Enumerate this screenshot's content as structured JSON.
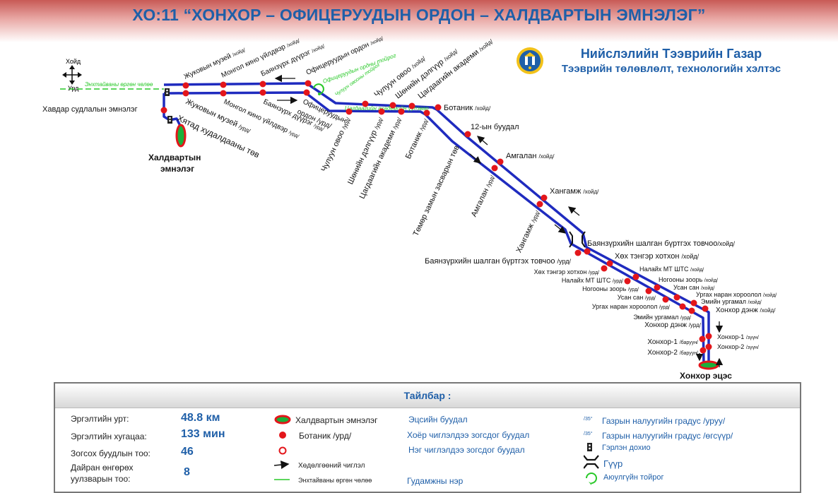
{
  "title": "ХО:11 “ХОНХОР – ОФИЦЕРУУДЫН ОРДОН – ХАЛДВАРТЫН ЭМНЭЛЭГ”",
  "org": {
    "name": "Нийслэлийн Тээврийн Газар",
    "department": "Тээврийн төлөвлөлт, технологийн хэлтэс"
  },
  "compass": {
    "north": "Хойд",
    "south": "Урд"
  },
  "colors": {
    "route": "#1f2bbf",
    "stop": "#e3161b",
    "terminal_fill": "#1bb03a",
    "accent": "#1f5fa8",
    "green_line": "#28c828"
  },
  "map": {
    "terminal_start": {
      "line1": "Халдвартын",
      "line2": "эмнэлэг"
    },
    "terminal_end": "Хонхор эцэс",
    "street_northwest": "Энхтайваны өргөн чөлөө",
    "street_officers": "Офицеруудын ордны тойрог",
    "street_chuluun": "Чулуун овооны тойрог",
    "street_tsagdaa": "Цагдаагийн академийн уулзвар",
    "khavdar": "Хавдар судлалын эмнэлэг",
    "khyatad": "Хятад худалдааны төв",
    "tomor": "Төмөр замын засварын төв",
    "upper_stops": [
      {
        "name": "Жуковын музей",
        "suffix": "/хойд/"
      },
      {
        "name": "Монгол кино үйлдвэр",
        "suffix": "/хойд/"
      },
      {
        "name": "Баянзүрх дүүрэг",
        "suffix": "/хойд/"
      },
      {
        "name": "Офицеруудын ордон",
        "suffix": "/хойд/"
      },
      {
        "name": "Чулуун овоо",
        "suffix": "/хойд/"
      },
      {
        "name": "Шөнийн дэлгүүр",
        "suffix": "/хойд/"
      },
      {
        "name": "Цагдаагийн академи",
        "suffix": "/хойд/"
      }
    ],
    "lower_stops": [
      {
        "name": "Жуковын музей",
        "suffix": "/урд/"
      },
      {
        "name": "Монгол кино үйлдвэр",
        "suffix": "/урд/"
      },
      {
        "name": "Баянзүрх дүүрэг",
        "suffix": "/урд/"
      },
      {
        "name": "Офицеруудын",
        "suffix": "ордон /урд/"
      },
      {
        "name": "Чулуун овоо",
        "suffix": "/урд/"
      },
      {
        "name": "Шөнийн дэлгүүр",
        "suffix": "/урд/"
      },
      {
        "name": "Цагдаагийн академи",
        "suffix": "/урд/"
      },
      {
        "name": "Ботаник",
        "suffix": "/урд/"
      }
    ],
    "north_stops": [
      {
        "name": "Ботаник",
        "suffix": "/хойд/"
      },
      {
        "name": "12-ын буудал",
        "suffix": ""
      },
      {
        "name": "Амгалан",
        "suffix": "/хойд/"
      },
      {
        "name": "Хангамж",
        "suffix": "/хойд/"
      },
      {
        "name": "Баянзүрхийн шалган бүртгэх товчоо",
        "suffix": "/хойд/"
      },
      {
        "name": "Хөх тэнгэр хотхон",
        "suffix": "/хойд/"
      },
      {
        "name": "Налайх МТ ШТС",
        "suffix": "/хойд/"
      },
      {
        "name": "Ногооны зоорь",
        "suffix": "/хойд/"
      },
      {
        "name": "Усан сан",
        "suffix": "/хойд/"
      },
      {
        "name": "Ургах наран хороолол",
        "suffix": "/хойд/"
      },
      {
        "name": "Эмийн ургамал",
        "suffix": "/хойд/"
      },
      {
        "name": "Хонхор дэнж",
        "suffix": "/хойд/"
      },
      {
        "name": "Хонхор-1",
        "suffix": "/зүүн/"
      },
      {
        "name": "Хонхор-2",
        "suffix": "/зүүн/"
      }
    ],
    "south_stops": [
      {
        "name": "Амгалан",
        "suffix": "/урд/"
      },
      {
        "name": "Хангамж",
        "suffix": "/урд/"
      },
      {
        "name": "Баянзүрхийн шалган бүртгэх товчоо",
        "suffix": "/урд/"
      },
      {
        "name": "Хөх тэнгэр хотхон",
        "suffix": "/урд/"
      },
      {
        "name": "Налайх МТ ШТС",
        "suffix": "/урд/"
      },
      {
        "name": "Ногооны зоорь",
        "suffix": "/урд/"
      },
      {
        "name": "Усан сан",
        "suffix": "/урд/"
      },
      {
        "name": "Ургах наран хороолол",
        "suffix": "/урд/"
      },
      {
        "name": "Эмийн ургамал",
        "suffix": "/урд/"
      },
      {
        "name": "Хонхор дэнж",
        "suffix": "/урд/"
      },
      {
        "name": "Хонхор-1",
        "suffix": "/баруун/"
      },
      {
        "name": "Хонхор-2",
        "suffix": "/баруун/"
      }
    ]
  },
  "legend": {
    "title": "Тайлбар :",
    "route_length_label": "Эргэлтийн урт:",
    "route_length_value": "48.8 км",
    "route_time_label": "Эргэлтийн хугацаа:",
    "route_time_value": "133 мин",
    "stops_count_label": "Зогсох буудлын тоо:",
    "stops_count_value": "46",
    "intersections_label_1": "Дайран өнгөрөх",
    "intersections_label_2": "уулзварын тоо:",
    "intersections_value": "8",
    "symbols": {
      "terminal": "Халдвартын эмнэлэг",
      "stop_example": "Ботаник /урд/",
      "direction": "Хөдөлгөөний чиглэл",
      "green_line": "Энхтайваны өргөн чөлөө"
    },
    "types": {
      "end_stop": "Эцсийн буудал",
      "two_way": "Хоёр чиглэлдээ зогсдог буудал",
      "one_way": "Нэг чиглэлдээ зогсдог буудал",
      "street": "Гудамжны нэр"
    },
    "right": {
      "grade_small": "/35°",
      "grade_up": "Газрын налуугийн градус /уруу/",
      "grade_down": "Газрын налуугийн градус /өгсүүр/",
      "traffic_light": "Гэрлэн дохио",
      "bridge": "Гүүр",
      "roundabout": "Аюулгүйн тойрог"
    }
  }
}
